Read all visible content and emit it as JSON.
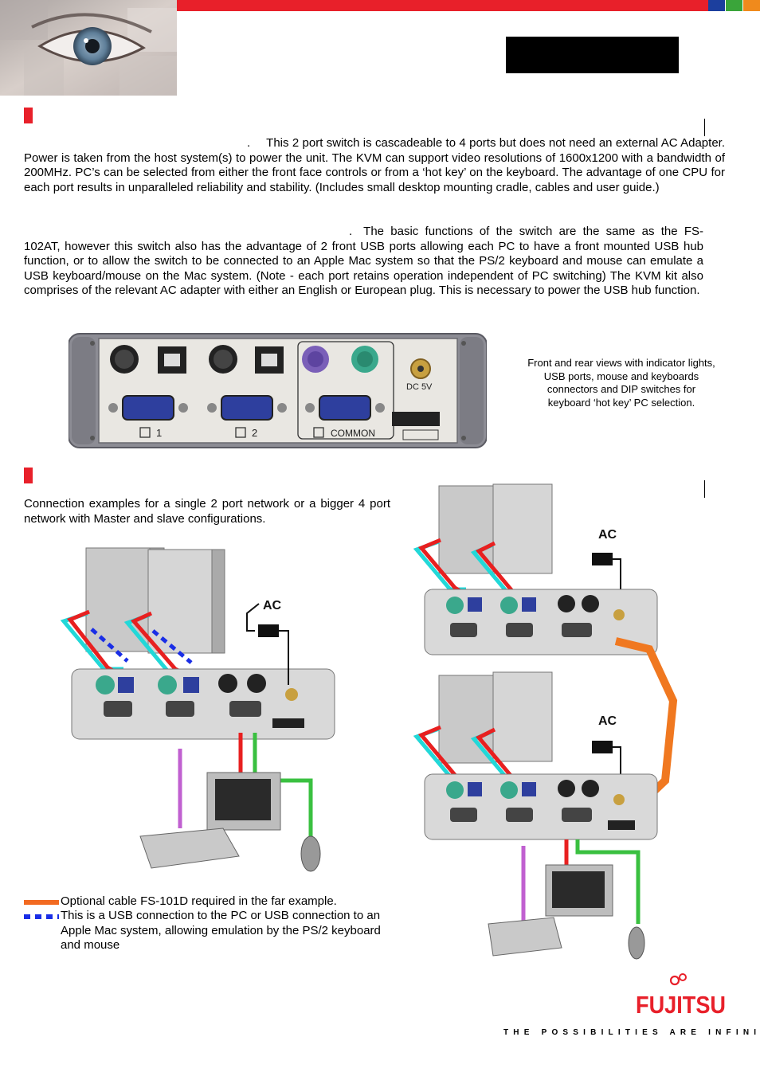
{
  "colors": {
    "brand_red": "#e8202a",
    "blue": "#0a3c9c",
    "green": "#3a9a36",
    "orange": "#f07820",
    "legend_orange": "#f26a21",
    "legend_blue": "#1a2ee6"
  },
  "para1": {
    "lead": ".",
    "text": "This 2 port switch is cascadeable to 4 ports but does not need an external AC Adapter. Power is taken from the host system(s) to power the unit.   The KVM can support video resolutions of 1600x1200 with a bandwidth of 200MHz.   PC’s can be selected from either the front face controls or from a ‘hot key’ on the keyboard. The advantage of one CPU for each port results in unparalleled reliability and stability.  (Includes small desktop mounting cradle, cables and user guide.)"
  },
  "para2": {
    "lead": ".",
    "text": "The basic functions of the switch are the same as the FS-102AT, however this switch also has the advantage of 2 front USB ports allowing each PC to have a front mounted USB hub function, or to allow the switch to be connected to an Apple Mac system so that the PS/2 keyboard and mouse can emulate a USB keyboard/mouse on the Mac system. (Note - each port retains operation independent of PC switching) The KVM kit also comprises of the relevant AC adapter with either an English or European plug.  This is necessary to power the USB hub function."
  },
  "panel": {
    "caption": "Front and rear views with indicator lights, USB ports, mouse and keyboards connectors and DIP switches for keyboard ‘hot key’ PC selection.",
    "port1": "1",
    "port2": "2",
    "common": "COMMON",
    "dc": "DC 5V"
  },
  "connection_text": "Connection examples for a single 2 port network or a bigger 4 port network with Master and slave configurations.",
  "diagram": {
    "ac": "AC"
  },
  "legend": {
    "orange": "Optional cable FS-101D required in the far example.",
    "blue": "This is a USB connection to the PC or USB connection to an Apple Mac system, allowing emulation by the PS/2 keyboard and mouse"
  },
  "brand": {
    "logo": "FUJITSU",
    "tagline": "THE POSSIBILITIES ARE INFINITE"
  }
}
